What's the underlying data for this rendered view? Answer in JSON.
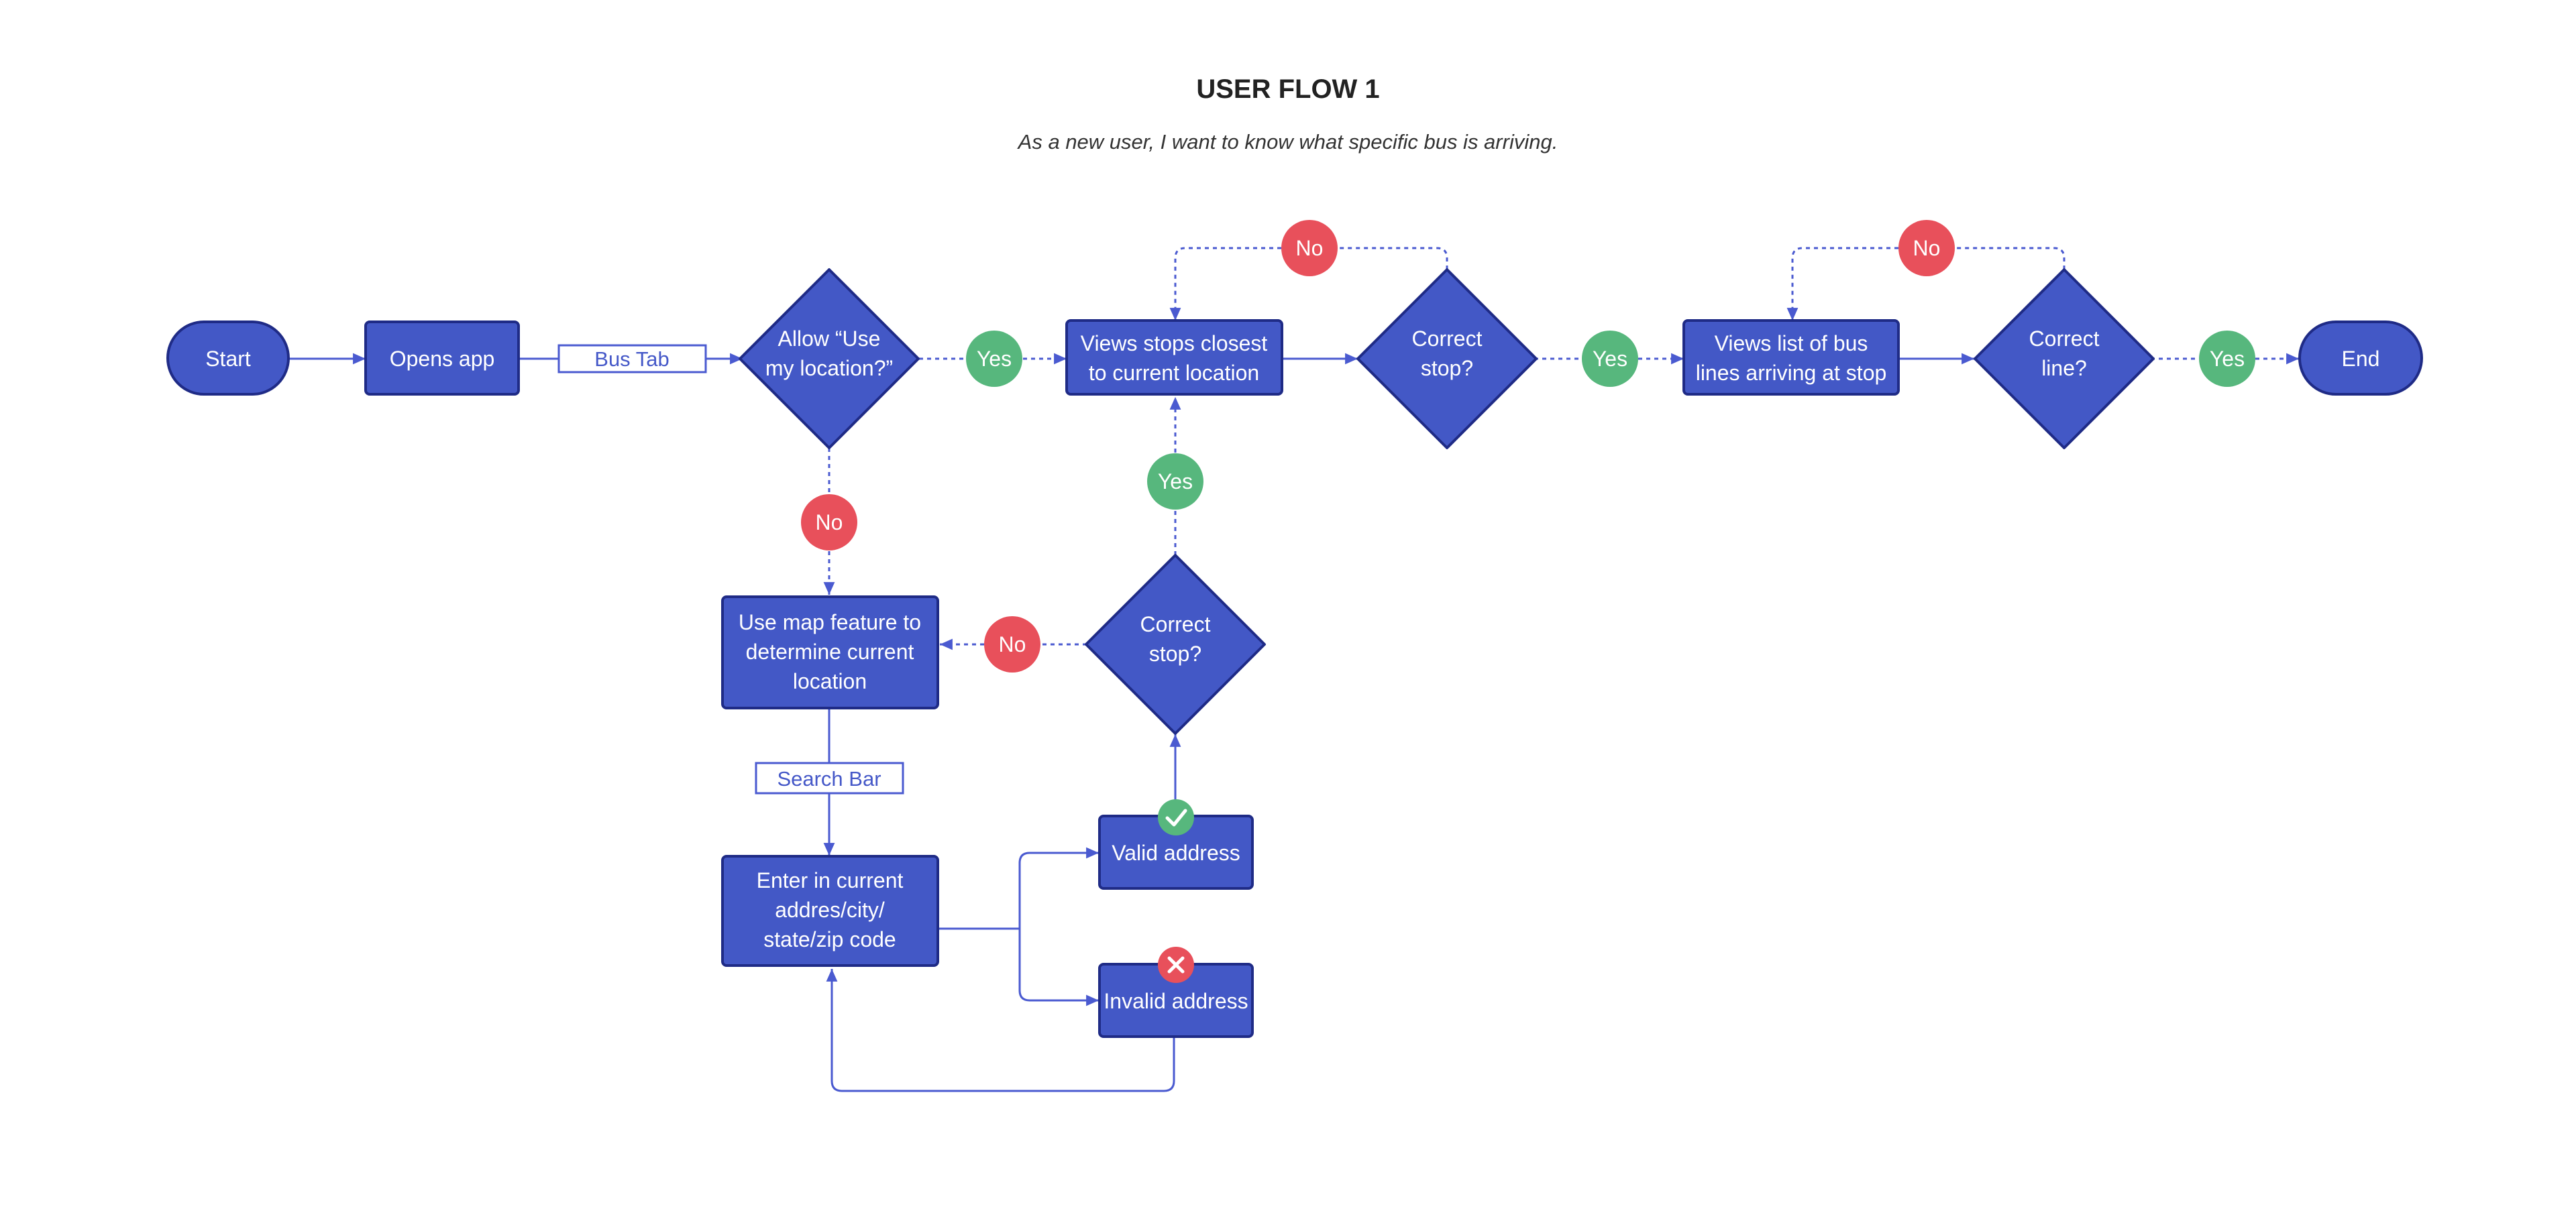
{
  "title": "USER FLOW 1",
  "subtitle": "As a new user, I want to know what specific bus is arriving.",
  "colors": {
    "node_fill": "#4358c6",
    "node_stroke": "#1f2b86",
    "connector": "#4a5ad0",
    "yes_badge": "#57b77d",
    "no_badge": "#e8505b"
  },
  "nodes": {
    "start": "Start",
    "opens_app": "Opens app",
    "allow_location": [
      "Allow “Use",
      "my location?”"
    ],
    "views_stops": [
      "Views stops closest",
      "to current location"
    ],
    "correct_stop_top": [
      "Correct",
      "stop?"
    ],
    "views_bus_lines": [
      "Views list of bus",
      "lines arriving at stop"
    ],
    "correct_line": [
      "Correct",
      "line?"
    ],
    "end": "End",
    "use_map": [
      "Use map feature to",
      "determine current",
      "location"
    ],
    "correct_stop_mid": [
      "Correct",
      "stop?"
    ],
    "enter_address": [
      "Enter in current",
      "addres/city/",
      "state/zip code"
    ],
    "valid_address": "Valid address",
    "invalid_address": "Invalid address"
  },
  "tags": {
    "bus_tab": "Bus Tab",
    "search_bar": "Search Bar"
  },
  "badges": {
    "yes_1": "Yes",
    "yes_2": "Yes",
    "yes_3": "Yes",
    "yes_4": "Yes",
    "no_1": "No",
    "no_2": "No",
    "no_3": "No",
    "no_4": "No"
  },
  "icons": {
    "valid": "check-icon",
    "invalid": "x-icon"
  }
}
